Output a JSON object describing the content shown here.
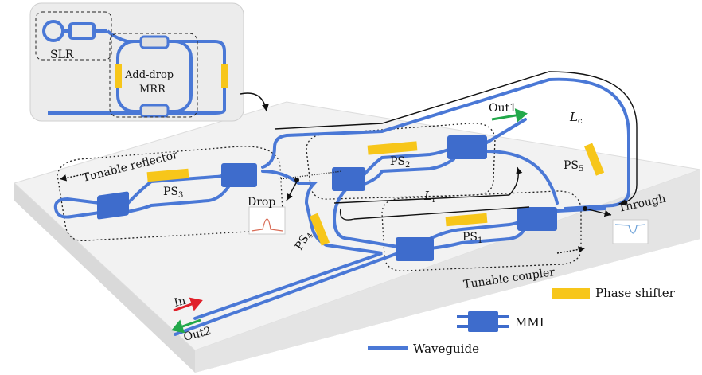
{
  "inset": {
    "slr_label": "SLR",
    "mrr_label_line1": "Add-drop",
    "mrr_label_line2": "MRR"
  },
  "labels": {
    "tunable_reflector": "Tunable reflector",
    "tunable_coupler": "Tunable coupler",
    "drop": "Drop",
    "through": "Through",
    "in": "In",
    "out1": "Out1",
    "out2": "Out2",
    "lc": "L",
    "lc_sub": "c",
    "lr": "L",
    "lr_sub": "r",
    "ps1": "PS",
    "ps1_sub": "1",
    "ps2": "PS",
    "ps2_sub": "2",
    "ps3": "PS",
    "ps3_sub": "3",
    "ps4": "PS",
    "ps4_sub": "4",
    "ps5": "PS",
    "ps5_sub": "5"
  },
  "legend": {
    "phase_shifter": "Phase shifter",
    "mmi": "MMI",
    "waveguide": "Waveguide"
  },
  "colors": {
    "waveguide": "#4a78d6",
    "mmi": "#3e6ccc",
    "phase_shifter": "#f7c61a",
    "in_arrow": "#e0202a",
    "out_arrow": "#22a84a",
    "substrate": "#f1f1f1",
    "inset_bg": "#eeeeee"
  }
}
